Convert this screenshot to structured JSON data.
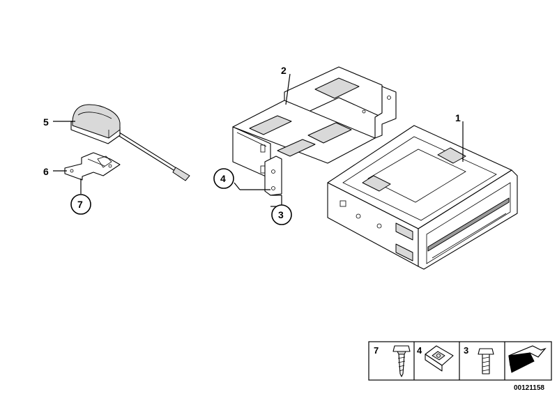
{
  "diagram": {
    "callouts": {
      "p1": "1",
      "p2": "2",
      "p3": "3",
      "p4": "4",
      "p5": "5",
      "p6": "6",
      "p7": "7"
    },
    "legend": {
      "cells": [
        {
          "label": "7"
        },
        {
          "label": "4"
        },
        {
          "label": "3"
        }
      ]
    },
    "reference_number": "00121158"
  }
}
